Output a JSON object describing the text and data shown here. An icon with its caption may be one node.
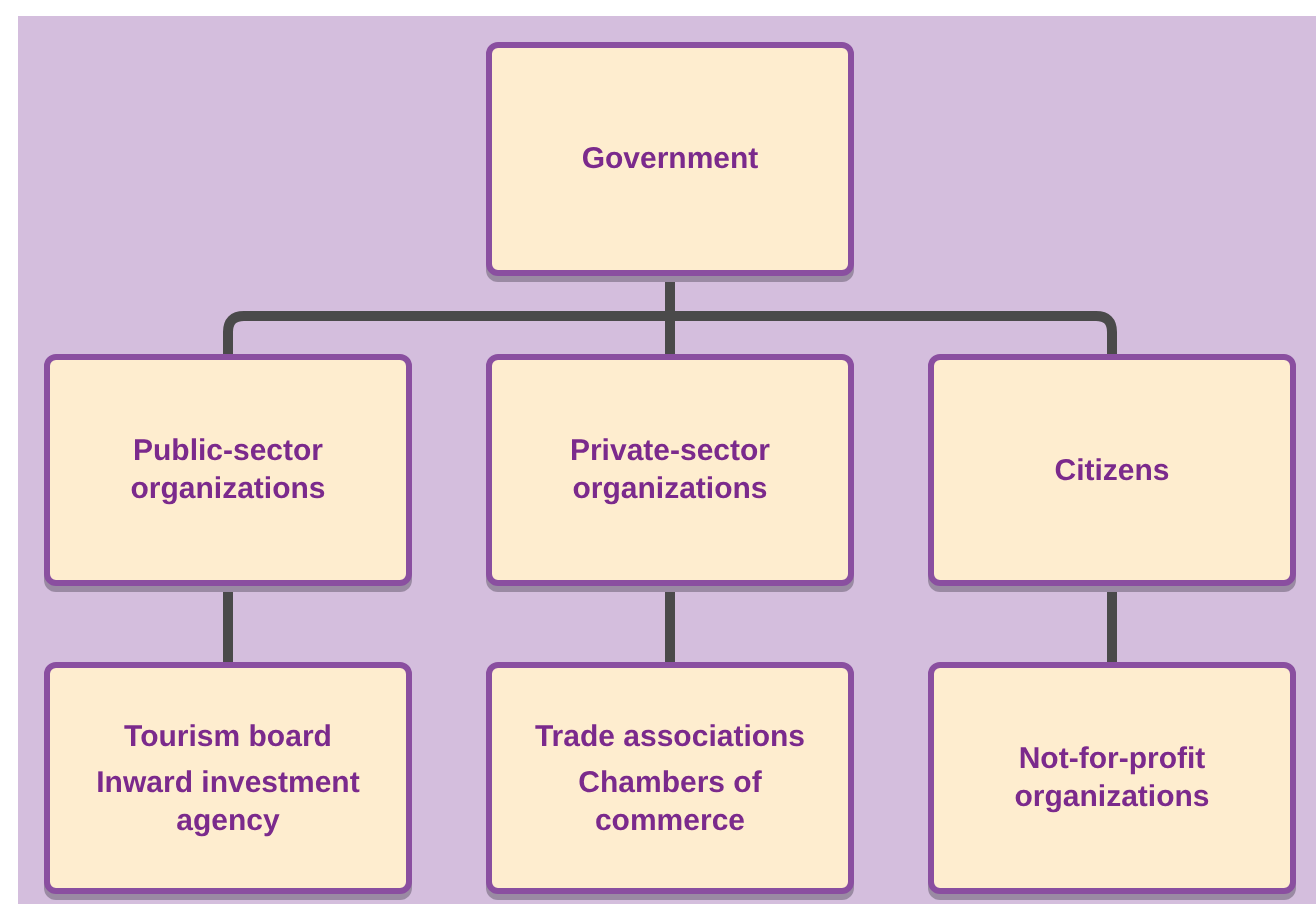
{
  "diagram": {
    "nodes": [
      {
        "text": [
          "Government"
        ]
      },
      {
        "text": [
          "Public-sector organizations"
        ]
      },
      {
        "text": [
          "Private-sector organizations"
        ]
      },
      {
        "text": [
          "Citizens"
        ]
      },
      {
        "text": [
          "Tourism board",
          "Inward investment agency"
        ]
      },
      {
        "text": [
          "Trade associations",
          "Chambers of commerce"
        ]
      },
      {
        "text": [
          "Not-for-profit organizations"
        ]
      }
    ],
    "edges": [
      {
        "from": 0,
        "to": 1,
        "arrow": "none"
      },
      {
        "from": 0,
        "to": 2,
        "arrow": "none"
      },
      {
        "from": 0,
        "to": 3,
        "arrow": "none"
      },
      {
        "from": 1,
        "to": 4,
        "arrow": "none"
      },
      {
        "from": 2,
        "to": 5,
        "arrow": "none"
      },
      {
        "from": 3,
        "to": 6,
        "arrow": "none"
      }
    ]
  }
}
